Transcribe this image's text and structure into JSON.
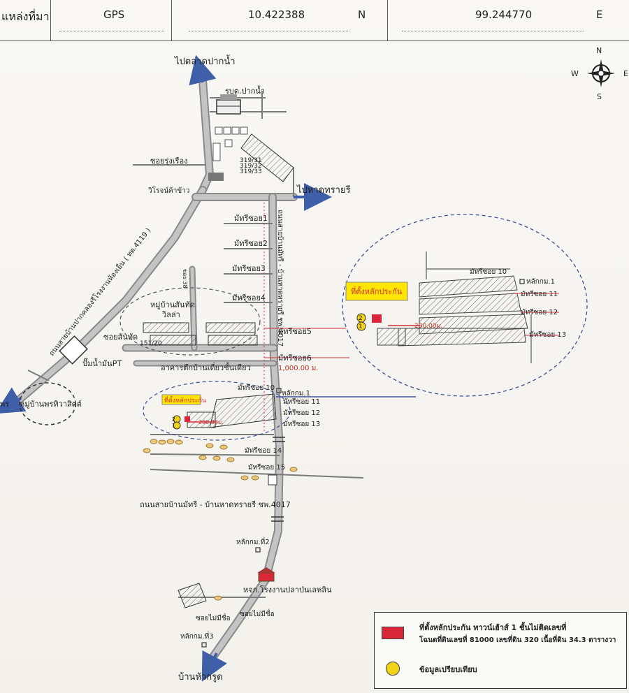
{
  "header": {
    "label_source": "แหล่งที่มา",
    "label_gps": "GPS",
    "latitude": "10.422388",
    "lat_dir": "N",
    "longitude": "99.244770",
    "lon_dir": "E"
  },
  "compass": {
    "n": "N",
    "s": "S",
    "w": "W",
    "e": "E"
  },
  "map_labels": {
    "to_paknam_market": "ไปตลาดปากน้ำ",
    "paknam_school": "รบต.ปากน้ำ",
    "soi_rungrueang": "ซอยรุ่งเรือง",
    "unit_1": "319/31",
    "unit_2": "319/32",
    "unit_3": "319/33",
    "vihan": "วิโรจน์ค้าข้าว",
    "to_hat_sai_ri": "ไปหาดทรายรี",
    "main_road_west": "ถนนสายบ้านปากคลองรีโรงงานห้องเย็น ( ทต.4119 )",
    "main_road_vertical": "ถนนสายบ้านมัทรี - บ้านหาดทรายรี ชพ.4017",
    "soi_1": "มัทรีซอย1",
    "soi_2": "มัทรีซอย2",
    "soi_3": "มัทรีซอย3",
    "soi_4": "มัทรีซอย4",
    "soi_5": "มัทรีซอย5",
    "soi_6": "มัทรีซอย6",
    "village_1": "หมู่บ้านสันทัด",
    "village_1b": "วิลล่า",
    "soi_santat": "ซอยสันทัด",
    "house_no": "151/20",
    "soi_ghost": "ซอย 38",
    "single_houses": "อาคารตึกบ้านเดี่ยวชั้นเดียว",
    "distance_main": "1,000.00 ม.",
    "gas_station": "ปั๊มน้ำมันPT",
    "village_2": "หมู่บ้านพรทิวาสิตต์",
    "to_left": "พร",
    "soi_10": "มัทรีซอย 10",
    "soi_11": "มัทรีซอย 11",
    "soi_12": "มัทรีซอย 12",
    "soi_13": "มัทรีซอย 13",
    "soi_14": "มัทรีซอย 14",
    "soi_15": "มัทรีซอย 15",
    "marker_1": "หลักกม.1",
    "subject_location": "ที่ตั้งหลักประกัน",
    "num_1": "1",
    "num_2": "2",
    "distance_inset": "280.00ม.",
    "distance_small": "280.00ม.",
    "road_bottom": "ถนนสายบ้านมัทรี - บ้านหาดทรายรี ชพ.4017",
    "marker_2": "หลักกม.ที่2",
    "cold_storage": "หจก.โรงงานปลาป่นเลหลิน",
    "soi_no_name_1": "ซอยไม่มีชื่อ",
    "soi_no_name_2": "ซอยไม่มีชื่อ",
    "marker_3": "หลักกม.ที่3",
    "to_hua_krut": "บ้านหัวกรูด"
  },
  "legend": {
    "line1": "ที่ตั้งหลักประกัน ทาวน์เฮ้าส์ 1 ชั้นไม่ติดเลขที่",
    "line2": "โฉนดที่ดินเลขที่ 81000 เลขที่ดิน 320 เนื้อที่ดิน 34.3 ตารางวา",
    "line3": "ข้อมูลเปรียบเทียบ"
  },
  "colors": {
    "road_fill": "#bdbdbd",
    "road_edge": "#8a8a8a",
    "arrow_blue": "#3f5fa8",
    "subject_red": "#d8283a",
    "compare_yellow": "#f2d318",
    "callout_yellow": "#ffe600",
    "red_line": "#d22c3c",
    "dashed_blue": "#3c4f9a"
  }
}
